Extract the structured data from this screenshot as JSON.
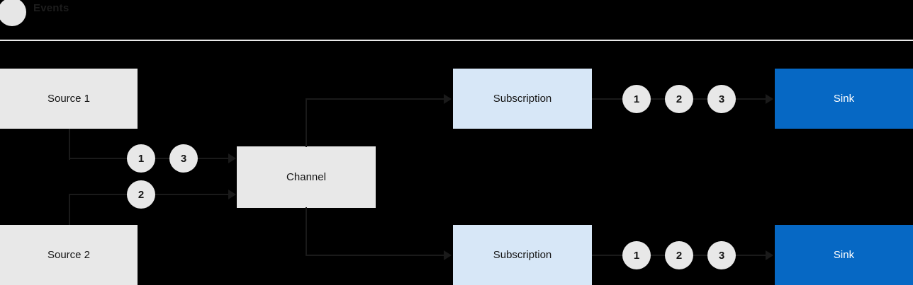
{
  "legend": {
    "marker_icon": "event-dot-icon",
    "label": "Events",
    "marker_color": "#e6e6e6"
  },
  "colors": {
    "background": "#000000",
    "source_box": "#e8e8e8",
    "channel_box": "#e8e8e8",
    "subscription_box": "#d7e7f7",
    "sink_box": "#0668c4",
    "sink_text": "#ffffff",
    "token_fill": "#e8e8e8",
    "wire": "#1a1a1a",
    "divider": "#e9e9e9"
  },
  "diagram": {
    "type": "flow",
    "nodes": {
      "source1": "Source 1",
      "source2": "Source 2",
      "channel": "Channel",
      "subscription_top": "Subscription",
      "subscription_bottom": "Subscription",
      "sink_top": "Sink",
      "sink_bottom": "Sink"
    },
    "tokens": {
      "source1_events": [
        "1",
        "3"
      ],
      "source2_events": [
        "2"
      ],
      "subscription_top_events": [
        "1",
        "2",
        "3"
      ],
      "subscription_bottom_events": [
        "1",
        "2",
        "3"
      ]
    },
    "edges": [
      {
        "from": "source1",
        "to": "channel",
        "events": [
          "1",
          "3"
        ]
      },
      {
        "from": "source2",
        "to": "channel",
        "events": [
          "2"
        ]
      },
      {
        "from": "channel",
        "to": "subscription_top",
        "events": []
      },
      {
        "from": "channel",
        "to": "subscription_bottom",
        "events": []
      },
      {
        "from": "subscription_top",
        "to": "sink_top",
        "events": [
          "1",
          "2",
          "3"
        ]
      },
      {
        "from": "subscription_bottom",
        "to": "sink_bottom",
        "events": [
          "1",
          "2",
          "3"
        ]
      }
    ]
  }
}
